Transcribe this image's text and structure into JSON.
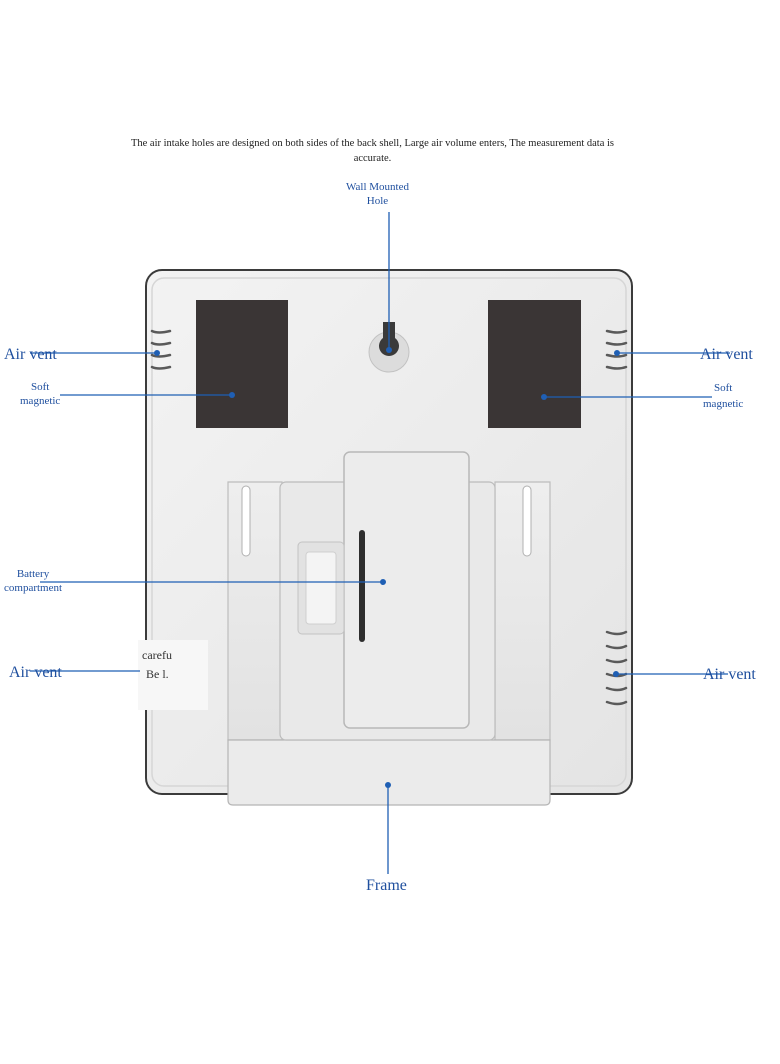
{
  "intro": {
    "line1": "The air intake holes are designed on both sides of the back shell, Large air volume enters, The measurement data is",
    "line2": "accurate."
  },
  "labels": {
    "wall_mounted_line1": "Wall Mounted",
    "wall_mounted_line2": "Hole",
    "air_vent_left_top": "Air vent",
    "soft_magnetic_left_line1": "Soft",
    "soft_magnetic_left_line2": "magnetic",
    "air_vent_right_top": "Air vent",
    "soft_magnetic_right_line1": "Soft",
    "soft_magnetic_right_line2": "magnetic",
    "battery_line1": "Battery",
    "battery_line2": "compartment",
    "air_vent_left_bottom": "Air vent",
    "air_vent_right_bottom": "Air vent",
    "frame": "Frame"
  },
  "caution": {
    "line1": "carefu",
    "line2": "Be l."
  },
  "colors": {
    "callout": "#1f5fb4",
    "label": "#1f4f9e",
    "shell": "#ececec",
    "magnet": "#3a3535"
  }
}
